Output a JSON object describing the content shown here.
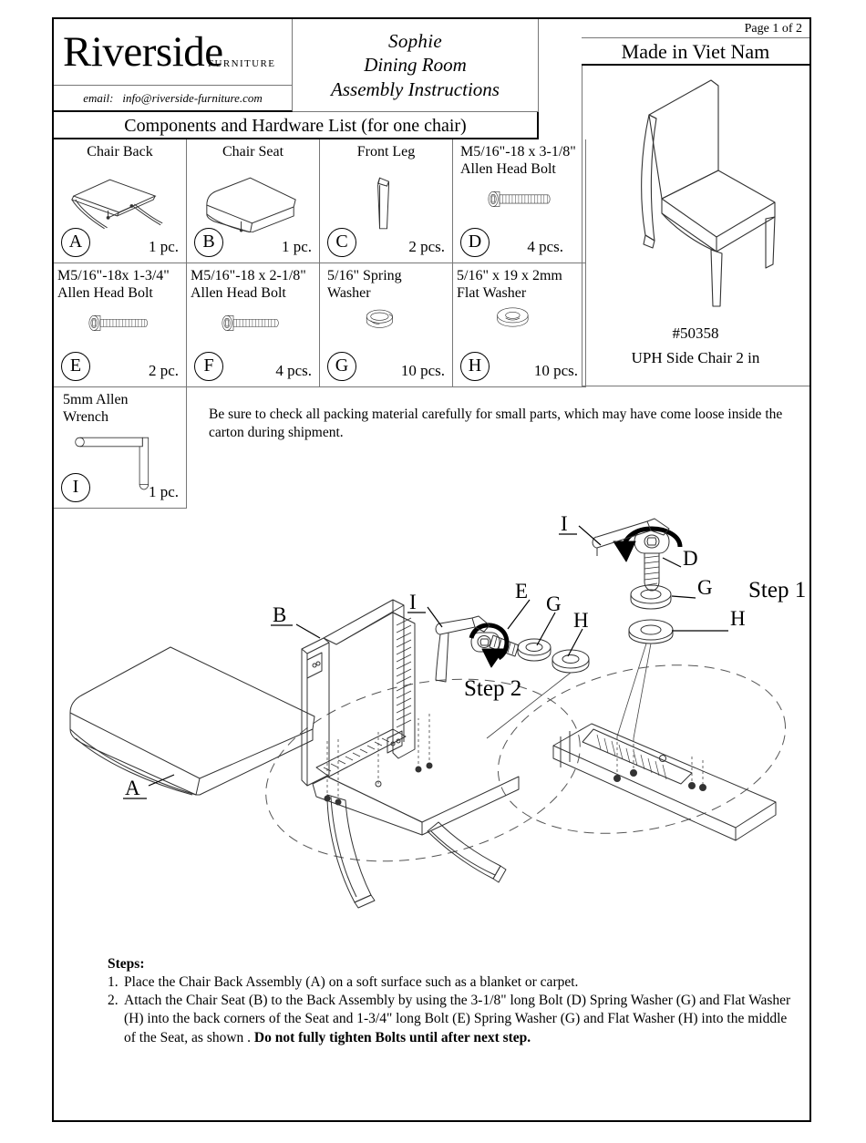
{
  "header": {
    "brand_name": "Riverside",
    "brand_sub": "FURNITURE",
    "email_label": "email:",
    "email_value": "info@riverside-furniture.com",
    "title_line1": "Sophie",
    "title_line2": "Dining Room",
    "title_line3": "Assembly Instructions",
    "page_number": "Page 1 of 2",
    "country": "Made in Viet Nam",
    "components_title": "Components and Hardware List (for one chair)"
  },
  "product": {
    "code": "#50358",
    "name": "UPH Side Chair 2 in",
    "icon": "chair-illustration"
  },
  "components": [
    {
      "letter": "A",
      "title": "Chair Back",
      "qty": "1 pc.",
      "icon": "chair-back-icon",
      "align": "center"
    },
    {
      "letter": "B",
      "title": "Chair Seat",
      "qty": "1 pc.",
      "icon": "chair-seat-icon",
      "align": "center"
    },
    {
      "letter": "C",
      "title": "Front Leg",
      "qty": "2 pcs.",
      "icon": "front-leg-icon",
      "align": "center"
    },
    {
      "letter": "D",
      "title": "M5/16\"-18 x 3-1/8\"\nAllen Head Bolt",
      "qty": "4 pcs.",
      "icon": "bolt-icon",
      "align": "left"
    },
    {
      "letter": "E",
      "title": "M5/16\"-18x 1-3/4\"\nAllen Head Bolt",
      "qty": "2 pc.",
      "icon": "bolt-icon",
      "align": "left"
    },
    {
      "letter": "F",
      "title": "M5/16\"-18 x 2-1/8\"\nAllen Head Bolt",
      "qty": "4 pcs.",
      "icon": "bolt-icon",
      "align": "left"
    },
    {
      "letter": "G",
      "title": "5/16\" Spring\nWasher",
      "qty": "10 pcs.",
      "icon": "spring-washer-icon",
      "align": "left"
    },
    {
      "letter": "H",
      "title": "5/16\" x 19 x 2mm\nFlat Washer",
      "qty": "10 pcs.",
      "icon": "flat-washer-icon",
      "align": "left"
    },
    {
      "letter": "I",
      "title": "5mm Allen\nWrench",
      "qty": "1 pc.",
      "icon": "allen-wrench-icon",
      "align": "left"
    }
  ],
  "note": {
    "text": "Be sure to check all packing material carefully for small parts, which may have come loose inside the carton during shipment."
  },
  "diagram": {
    "step1_label": "Step 1",
    "step2_label": "Step 2",
    "callouts": {
      "a": "A",
      "b": "B",
      "d": "D",
      "e": "E",
      "g1": "G",
      "g2": "G",
      "h1": "H",
      "h2": "H",
      "i1": "I",
      "i2": "I"
    }
  },
  "steps": {
    "heading": "Steps:",
    "items": [
      {
        "number": "1.",
        "text": "Place the Chair Back Assembly (A) on a soft surface such as a blanket or carpet.",
        "bold_tail": ""
      },
      {
        "number": "2.",
        "text": "Attach the Chair Seat (B) to the Back Assembly by using the 3-1/8\" long Bolt (D) Spring Washer (G) and Flat Washer (H) into the back corners of the Seat and 1-3/4\" long Bolt (E) Spring Washer (G) and Flat Washer (H) into the middle of the Seat, as shown .  ",
        "bold_tail": "Do not fully tighten Bolts until after next step."
      }
    ]
  },
  "colors": {
    "ink": "#000000",
    "rule": "#777777",
    "paper": "#ffffff"
  }
}
